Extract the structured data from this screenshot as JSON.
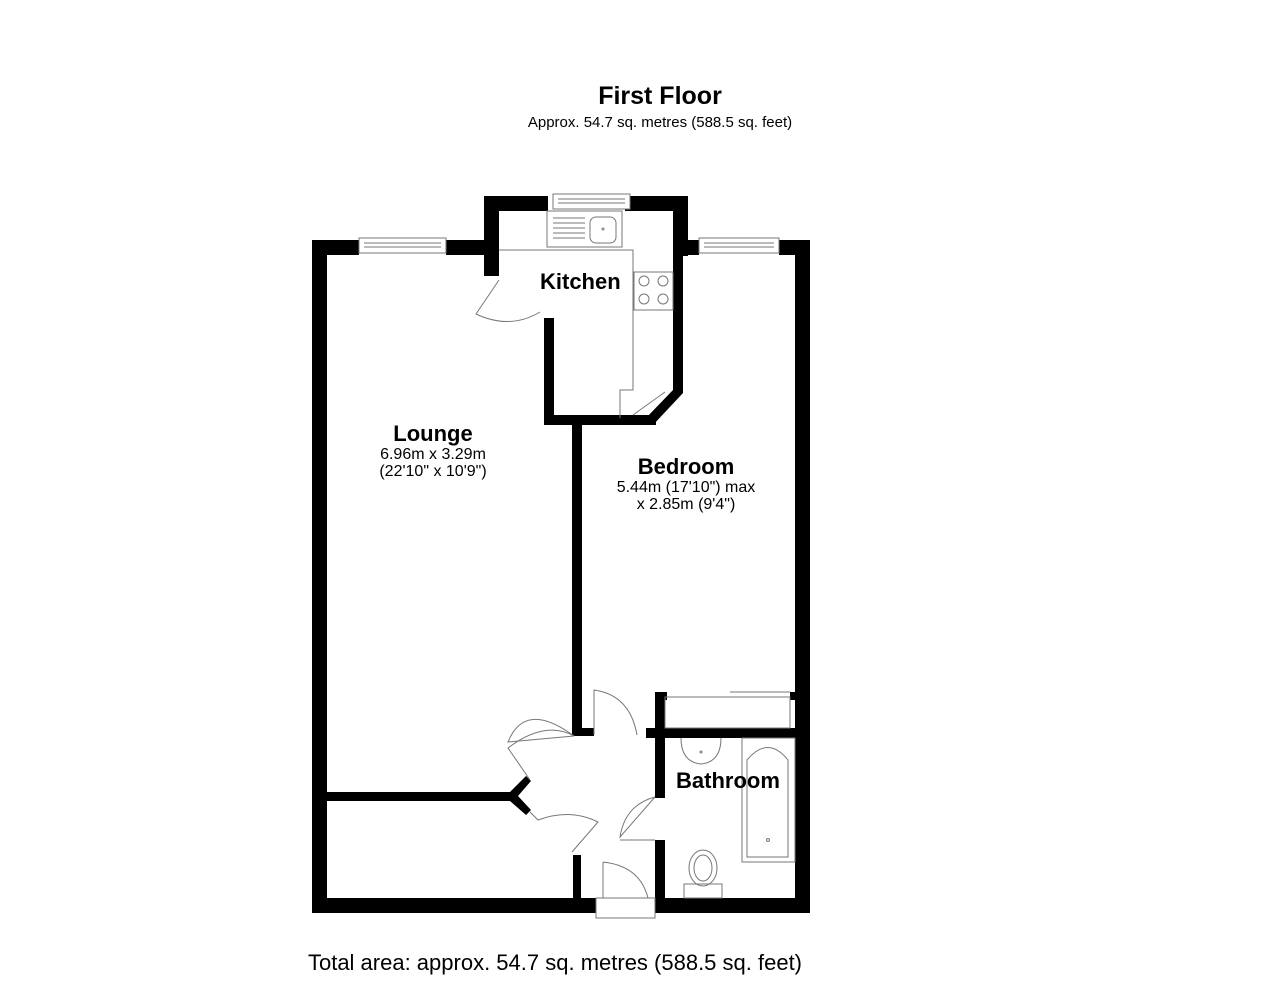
{
  "header": {
    "title": "First Floor",
    "subtitle": "Approx. 54.7 sq. metres (588.5 sq. feet)"
  },
  "rooms": {
    "kitchen": {
      "name": "Kitchen"
    },
    "lounge": {
      "name": "Lounge",
      "dim1": "6.96m x 3.29m",
      "dim2": "(22'10\" x 10'9\")"
    },
    "bedroom": {
      "name": "Bedroom",
      "dim1": "5.44m (17'10\") max",
      "dim2": "x 2.85m (9'4\")"
    },
    "bathroom": {
      "name": "Bathroom"
    }
  },
  "footer": {
    "total": "Total area: approx. 54.7 sq. metres (588.5 sq. feet)"
  },
  "colors": {
    "wall": "#000000",
    "fixture": "#8c8c8c",
    "background": "#ffffff"
  }
}
